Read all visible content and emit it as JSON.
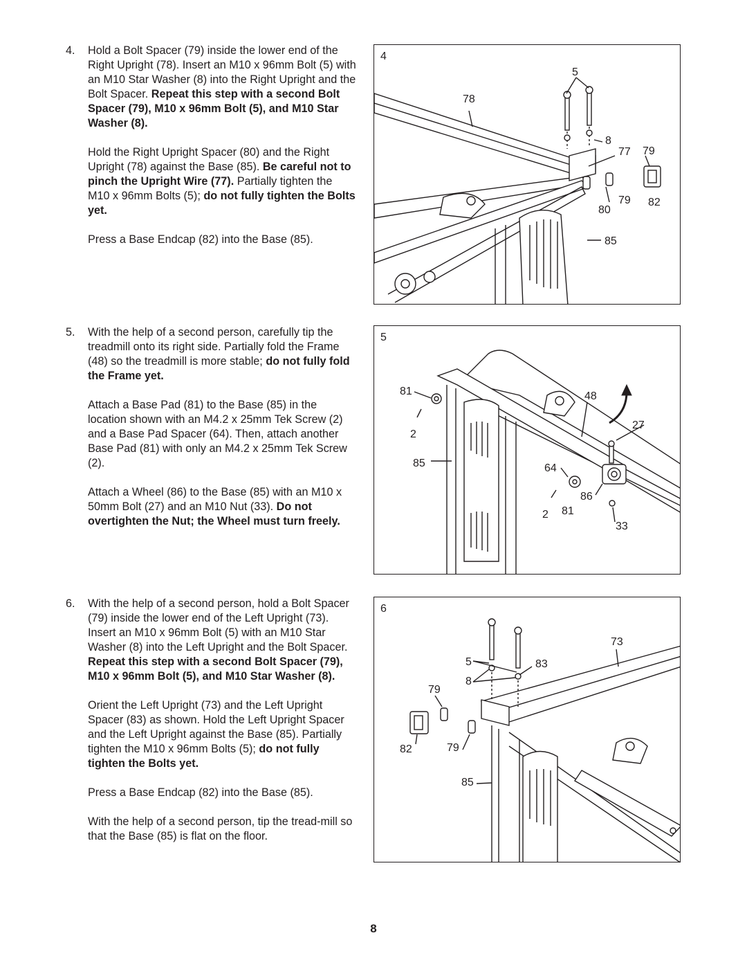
{
  "page_number": "8",
  "steps": [
    {
      "number": "4.",
      "paragraphs": [
        [
          {
            "t": "Hold a Bolt Spacer (79) inside the lower end of the Right Upright (78). Insert an M10 x 96mm Bolt (5) with an M10 Star Washer (8) into the Right Upright and the Bolt Spacer. ",
            "b": false
          },
          {
            "t": "Repeat this step with a second Bolt Spacer (79), M10 x 96mm Bolt (5), and M10 Star Washer (8).",
            "b": true
          }
        ],
        [
          {
            "t": "Hold the Right Upright Spacer (80) and the Right Upright (78) against the Base (85). ",
            "b": false
          },
          {
            "t": "Be careful not to pinch the Upright Wire (77).",
            "b": true
          },
          {
            "t": " Partially tighten the M10 x 96mm Bolts (5); ",
            "b": false
          },
          {
            "t": "do not fully tighten the Bolts yet.",
            "b": true
          }
        ],
        [
          {
            "t": "Press a Base Endcap (82) into the Base (85).",
            "b": false
          }
        ]
      ]
    },
    {
      "number": "5.",
      "paragraphs": [
        [
          {
            "t": "With the help of a second person, carefully tip the treadmill onto its right side. Partially fold the Frame (48) so the treadmill is more stable; ",
            "b": false
          },
          {
            "t": "do not fully fold the Frame yet.",
            "b": true
          }
        ],
        [
          {
            "t": "Attach a Base Pad (81) to the Base (85) in the location shown with an M4.2 x 25mm Tek Screw (2) and a Base Pad Spacer (64). Then, attach another Base Pad (81) with only an M4.2 x 25mm Tek Screw (2).",
            "b": false
          }
        ],
        [
          {
            "t": "Attach a Wheel (86) to the Base (85) with an M10 x 50mm Bolt (27) and an M10 Nut (33). ",
            "b": false
          },
          {
            "t": "Do not overtighten the Nut; the Wheel must turn freely.",
            "b": true
          }
        ]
      ]
    },
    {
      "number": "6.",
      "paragraphs": [
        [
          {
            "t": "With the help of a second person, hold a Bolt Spacer (79) inside the lower end of the Left Upright (73). Insert an M10 x 96mm Bolt (5) with an M10 Star Washer (8) into the Left Upright and the Bolt Spacer. ",
            "b": false
          },
          {
            "t": "Repeat this step with a second Bolt Spacer (79), M10 x 96mm Bolt (5), and M10 Star Washer (8).",
            "b": true
          }
        ],
        [
          {
            "t": "Orient the Left Upright (73) and the Left Upright Spacer (83) as shown. Hold the Left Upright Spacer and the Left Upright against the Base (85). Partially tighten the M10 x 96mm Bolts (5); ",
            "b": false
          },
          {
            "t": "do not fully tighten the Bolts yet.",
            "b": true
          }
        ],
        [
          {
            "t": "Press a Base Endcap (82) into the Base (85).",
            "b": false
          }
        ],
        [
          {
            "t": "With the help of a second person, tip the tread-mill so that the Base (85) is flat on the floor.",
            "b": false
          }
        ]
      ]
    }
  ],
  "figures": [
    {
      "number": "4",
      "callouts": [
        {
          "label": "78"
        },
        {
          "label": "5"
        },
        {
          "label": "8"
        },
        {
          "label": "77"
        },
        {
          "label": "79"
        },
        {
          "label": "79"
        },
        {
          "label": "82"
        },
        {
          "label": "80"
        },
        {
          "label": "85"
        }
      ]
    },
    {
      "number": "5",
      "callouts": [
        {
          "label": "81"
        },
        {
          "label": "48"
        },
        {
          "label": "27"
        },
        {
          "label": "2"
        },
        {
          "label": "85"
        },
        {
          "label": "64"
        },
        {
          "label": "86"
        },
        {
          "label": "2"
        },
        {
          "label": "81"
        },
        {
          "label": "33"
        }
      ]
    },
    {
      "number": "6",
      "callouts": [
        {
          "label": "73"
        },
        {
          "label": "5"
        },
        {
          "label": "83"
        },
        {
          "label": "8"
        },
        {
          "label": "79"
        },
        {
          "label": "82"
        },
        {
          "label": "79"
        },
        {
          "label": "85"
        }
      ]
    }
  ]
}
